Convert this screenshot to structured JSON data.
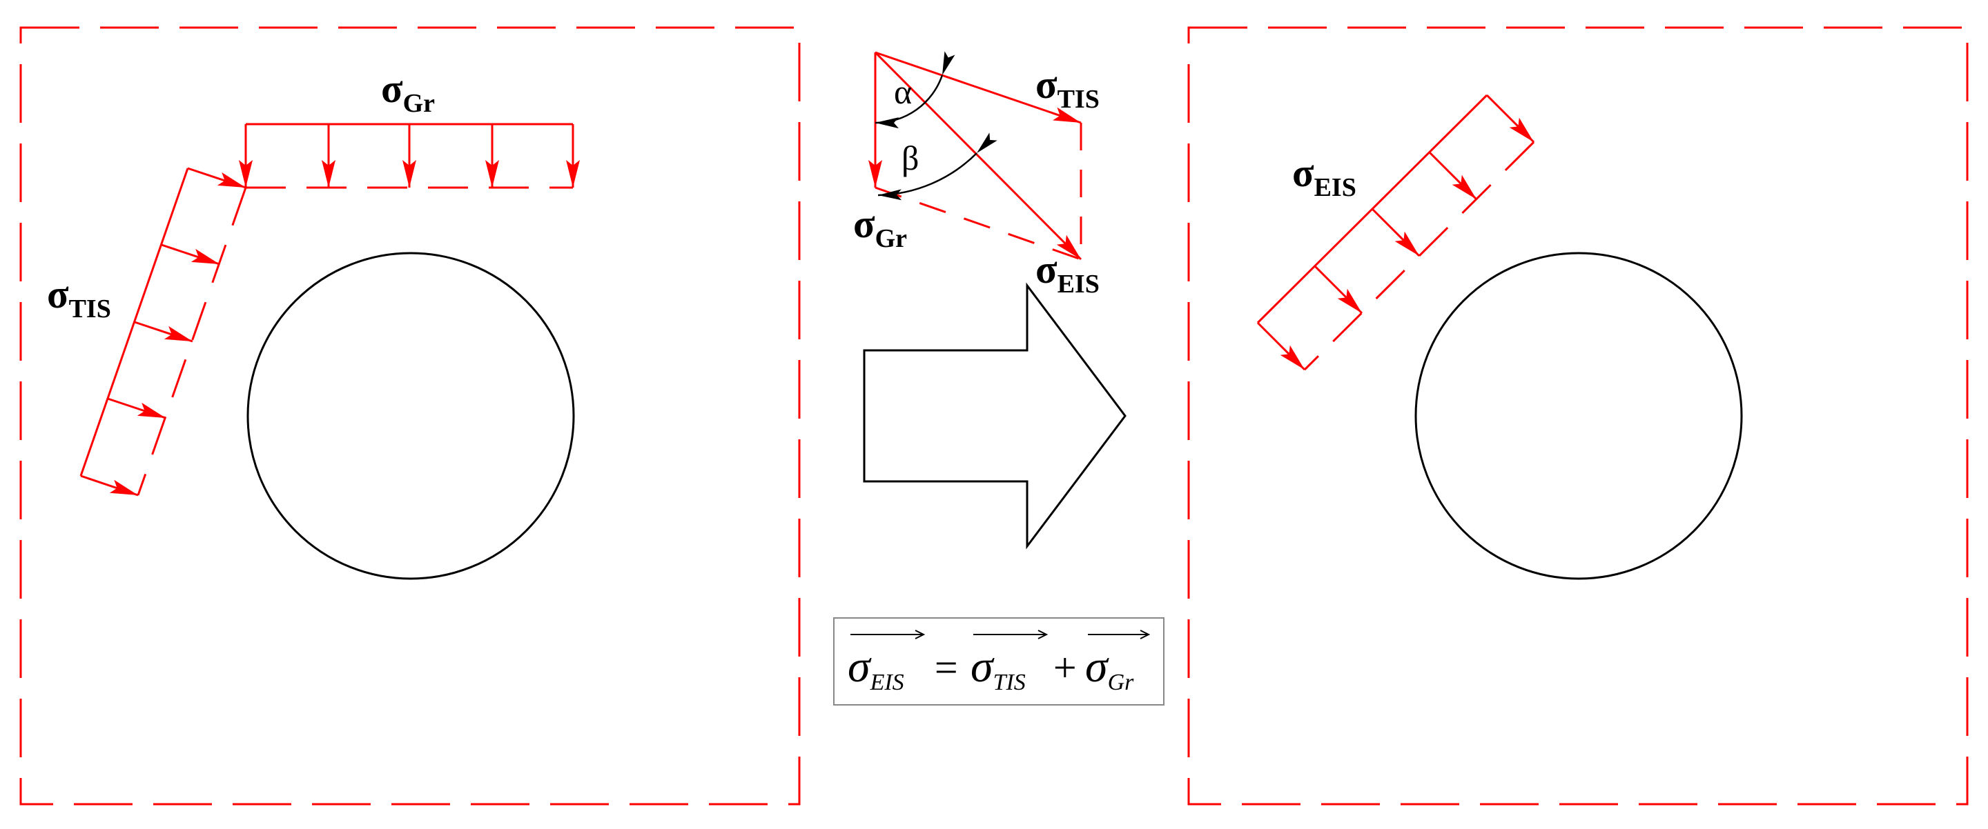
{
  "labels": {
    "sigma": "σ",
    "gr": "Gr",
    "tis": "TIS",
    "eis": "EIS",
    "alpha": "α",
    "beta": "β"
  },
  "equation": {
    "lhs_sigma": "σ",
    "lhs_sub": "EIS",
    "equals": "=",
    "rhs1_sigma": "σ",
    "rhs1_sub": "TIS",
    "plus": "+",
    "rhs2_sigma": "σ",
    "rhs2_sub": "Gr"
  },
  "colors": {
    "load": "#ff0000",
    "outline": "#000000",
    "equation_box": "#888888"
  }
}
